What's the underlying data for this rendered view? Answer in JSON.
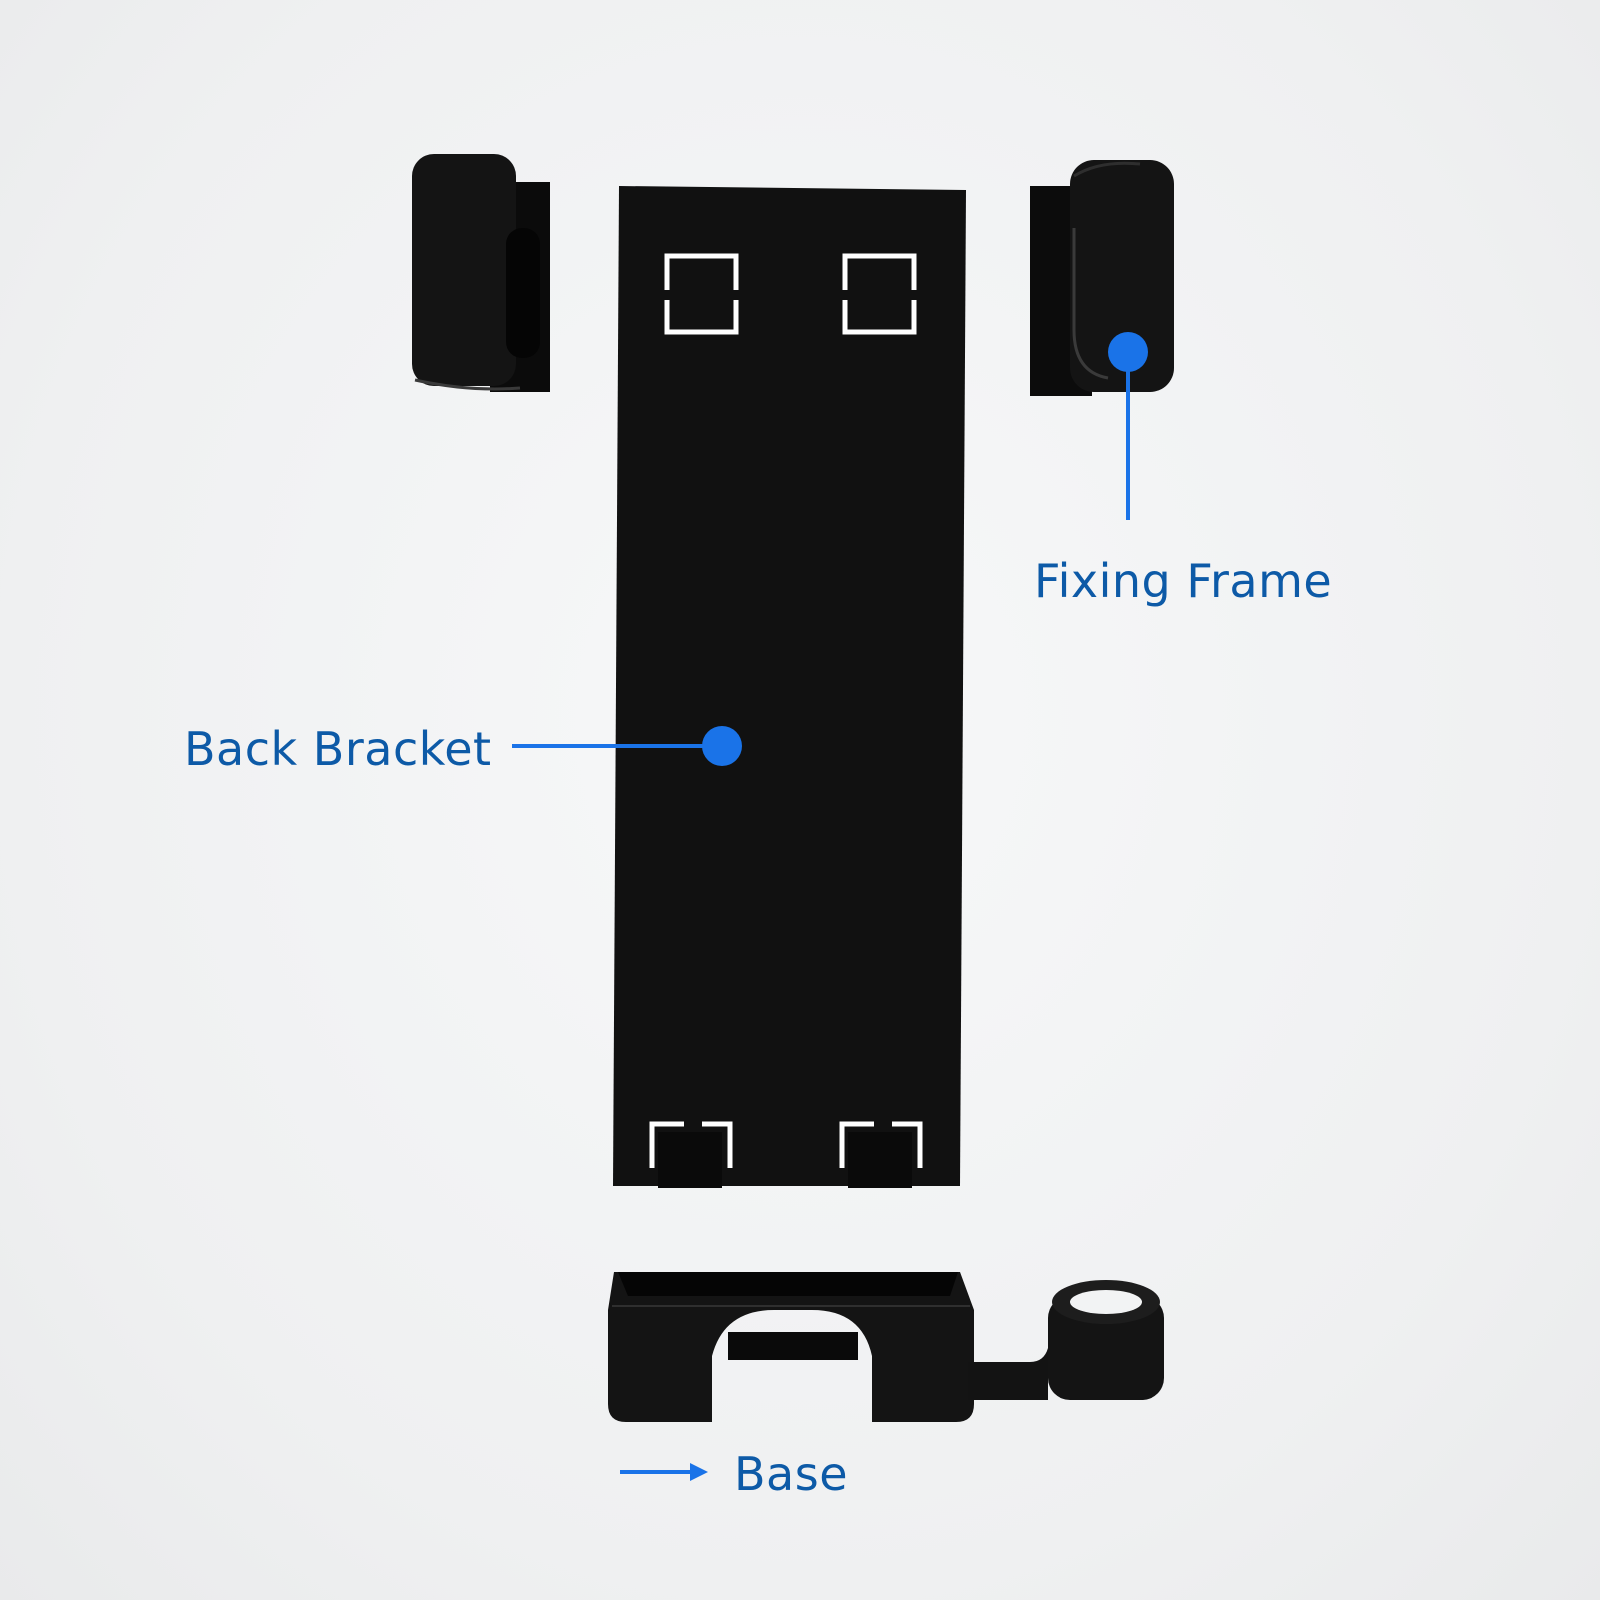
{
  "labels": {
    "fixing_frame": "Fixing Frame",
    "back_bracket": "Back Bracket",
    "base": "Base"
  },
  "colors": {
    "accent": "#1a73e8",
    "label_text": "#0d5aa7",
    "part": "#111111",
    "background": "#f1f2f3"
  }
}
